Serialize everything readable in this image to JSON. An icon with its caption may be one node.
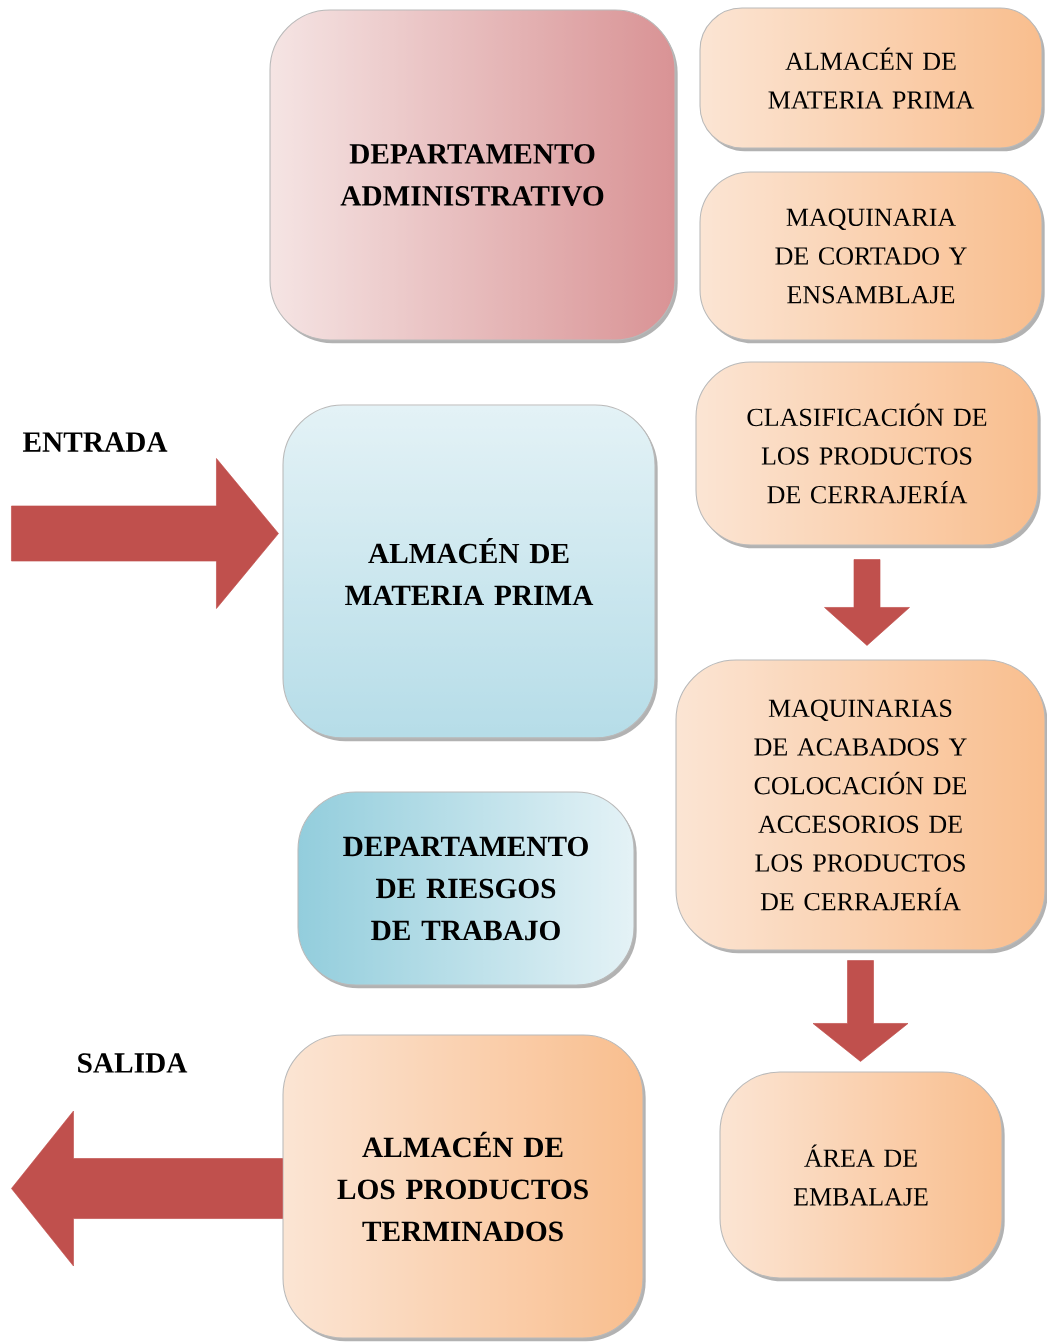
{
  "diagram": {
    "nodes": [
      {
        "text": [
          "DEPARTAMENTO ADMINISTRATIVO"
        ]
      },
      {
        "text": [
          "ALMACÉN DE MATERIA PRIMA"
        ]
      },
      {
        "text": [
          "MAQUINARIA DE CORTADO Y ENSAMBLAJE"
        ]
      },
      {
        "text": [
          "CLASIFICACIÓN DE LOS PRODUCTOS DE CERRAJERÍA"
        ]
      },
      {
        "text": [
          "ALMACÉN DE MATERIA PRIMA"
        ]
      },
      {
        "text": [
          "MAQUINARIAS DE ACABADOS Y COLOCACIÓN DE ACCESORIOS DE LOS PRODUCTOS DE CERRAJERÍA"
        ]
      },
      {
        "text": [
          "DEPARTAMENTO DE RIESGOS DE TRABAJO"
        ]
      },
      {
        "text": [
          "ALMACÉN DE LOS PRODUCTOS TERMINADOS"
        ]
      },
      {
        "text": [
          "ÁREA DE EMBALAJE"
        ]
      }
    ],
    "edges": [
      {
        "from": null,
        "to": 4,
        "arrow": "to",
        "label": "ENTRADA",
        "style": "thick"
      },
      {
        "from": 3,
        "to": 5,
        "arrow": "to"
      },
      {
        "from": 5,
        "to": 8,
        "arrow": "to"
      },
      {
        "from": 7,
        "to": null,
        "arrow": "to",
        "label": "SALIDA",
        "style": "thick"
      }
    ]
  }
}
